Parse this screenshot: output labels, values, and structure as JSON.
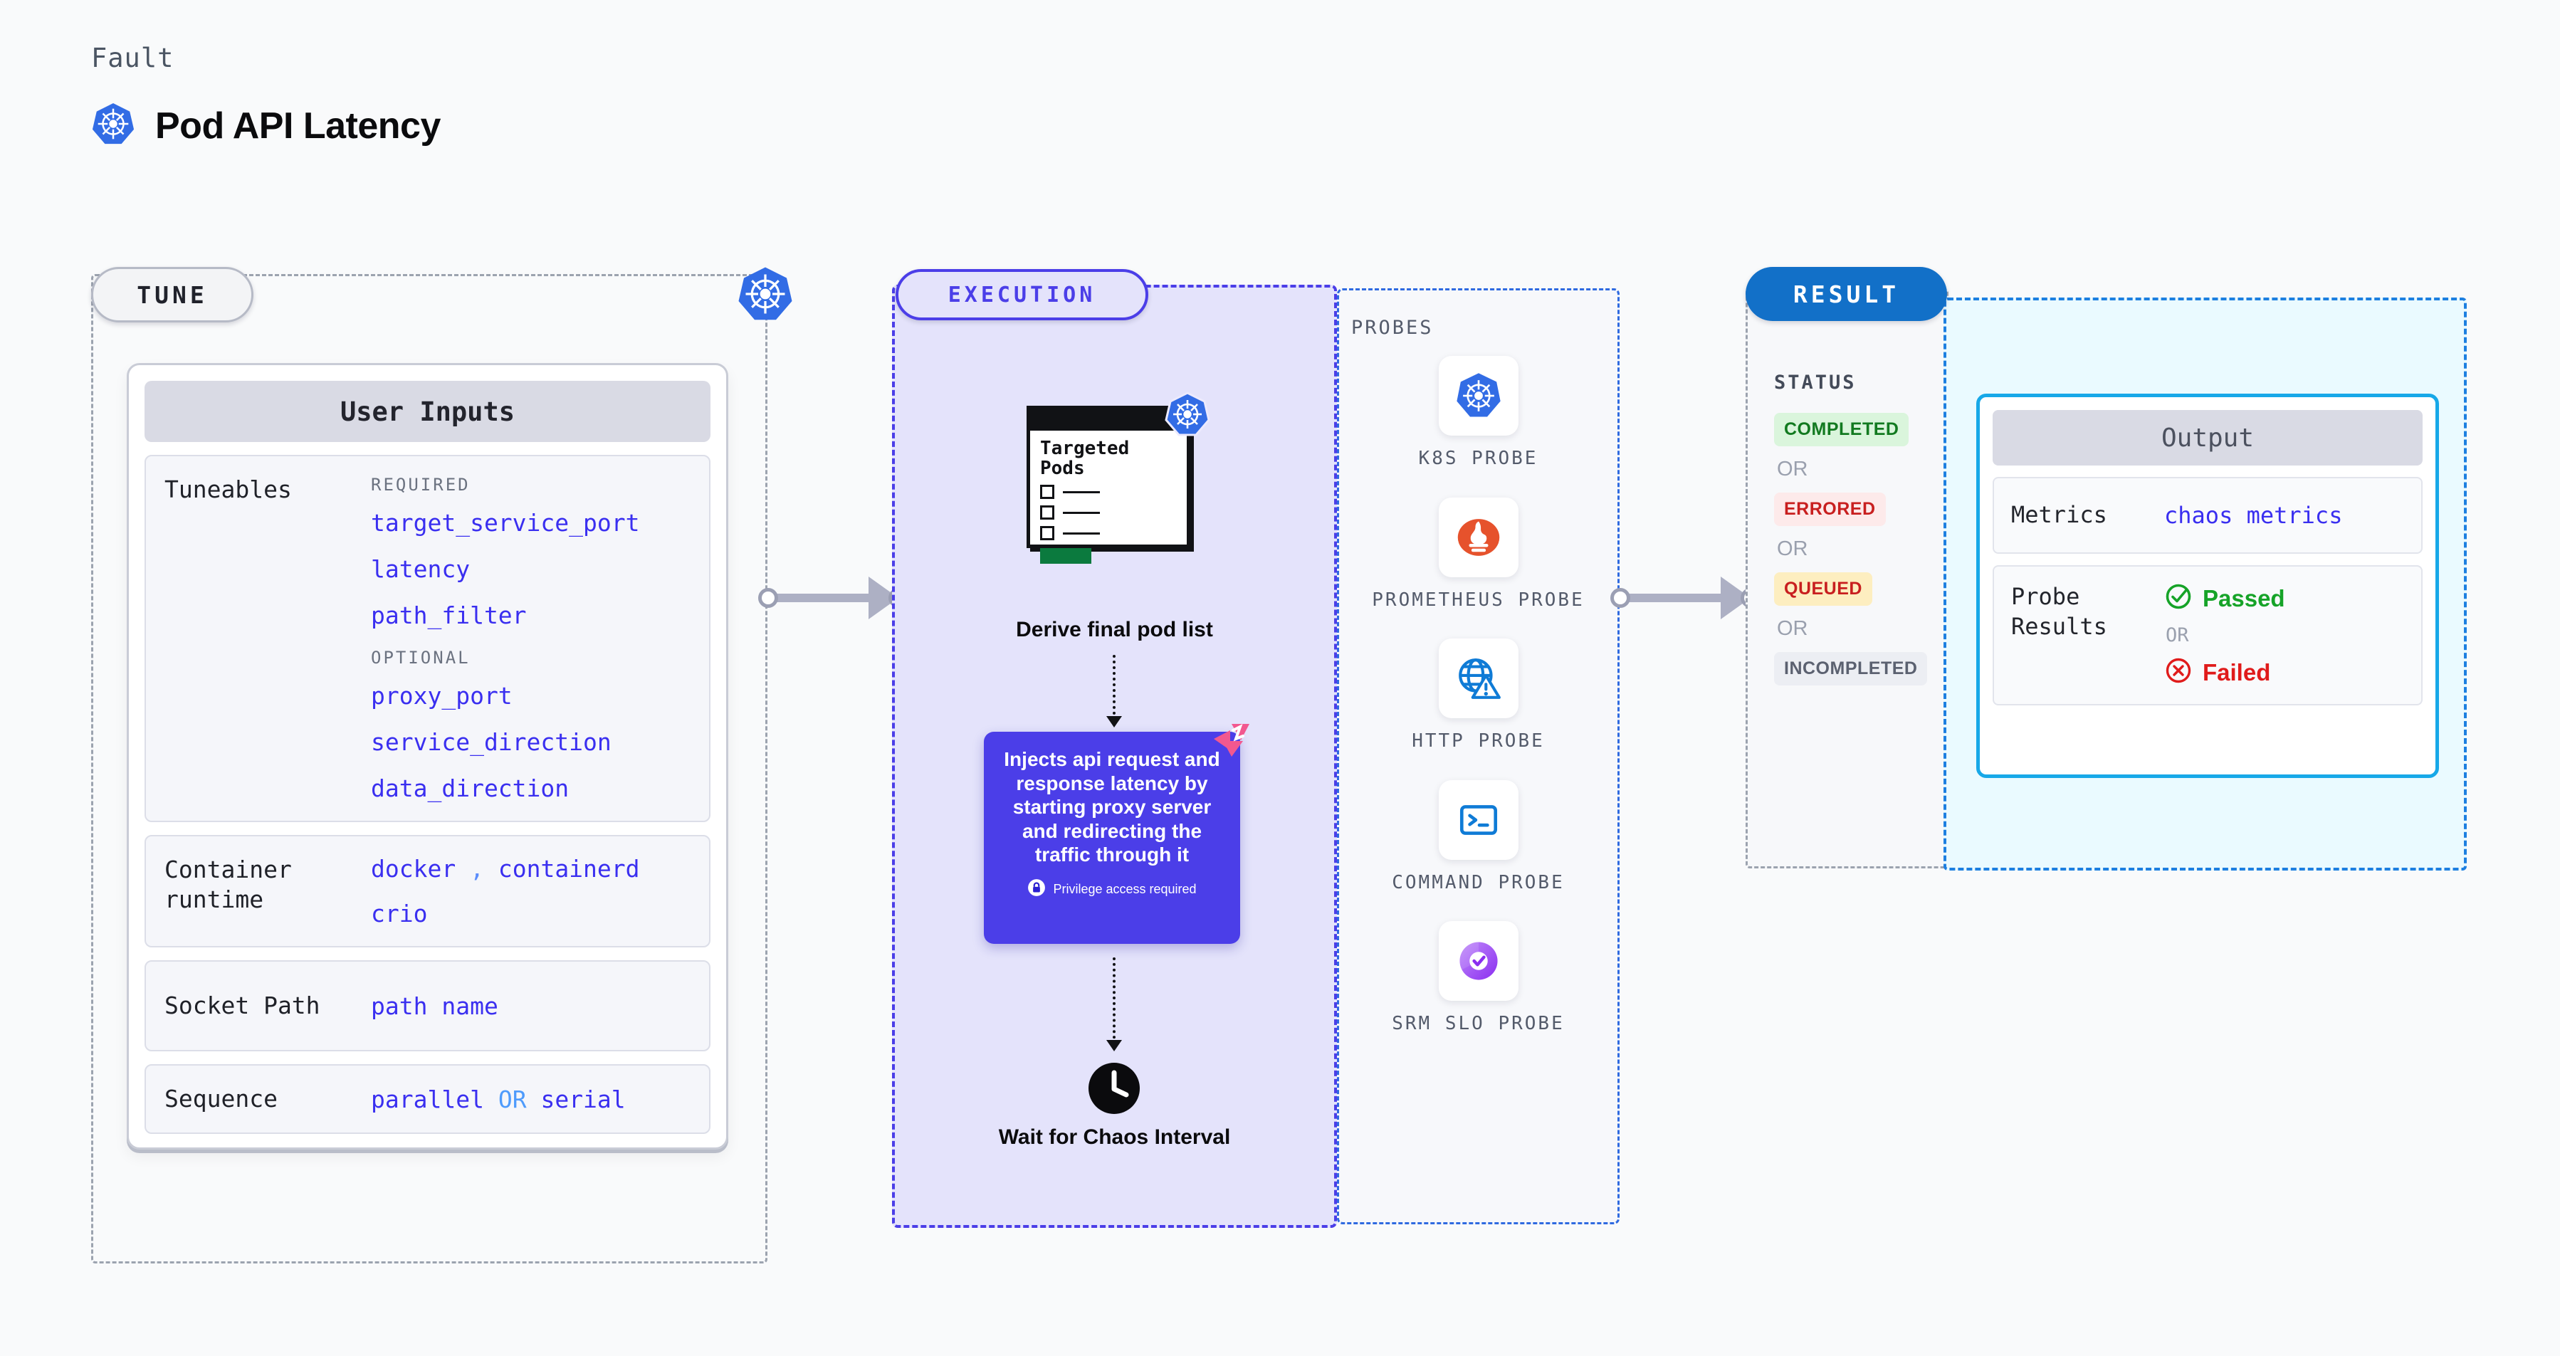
{
  "header": {
    "eyebrow": "Fault",
    "title": "Pod API Latency",
    "icon": "kubernetes-icon"
  },
  "tune": {
    "chip_label": "TUNE",
    "card_title": "User Inputs",
    "rows": [
      {
        "label": "Tuneables",
        "required_header": "REQUIRED",
        "required": [
          "target_service_port",
          "latency",
          "path_filter"
        ],
        "optional_header": "OPTIONAL",
        "optional": [
          "proxy_port",
          "service_direction",
          "data_direction"
        ]
      },
      {
        "label": "Container runtime",
        "values": [
          "docker",
          "containerd",
          "crio"
        ],
        "separator": ","
      },
      {
        "label": "Socket Path",
        "values": [
          "path name"
        ]
      },
      {
        "label": "Sequence",
        "values": [
          "parallel",
          "serial"
        ],
        "joiner": "OR"
      }
    ]
  },
  "execution": {
    "chip_label": "EXECUTION",
    "targeted_pods": {
      "title": "Targeted Pods",
      "icon": "kubernetes-icon",
      "checkbox_count": 3
    },
    "derive_label": "Derive final pod list",
    "inject_card": {
      "text": "Injects api request and response latency by starting proxy server and redirecting the traffic through it",
      "privilege_note": "Privilege access required",
      "privilege_icon": "lock-icon",
      "brand_icon": "litmus-chaos-icon",
      "color": "#4b3ee8"
    },
    "wait_label": "Wait for Chaos Interval",
    "wait_icon": "clock-icon"
  },
  "probes": {
    "title": "PROBES",
    "items": [
      {
        "name": "K8S PROBE",
        "icon": "kubernetes-icon"
      },
      {
        "name": "PROMETHEUS PROBE",
        "icon": "prometheus-icon"
      },
      {
        "name": "HTTP PROBE",
        "icon": "globe-warning-icon"
      },
      {
        "name": "COMMAND PROBE",
        "icon": "terminal-icon"
      },
      {
        "name": "SRM SLO PROBE",
        "icon": "srm-slo-icon"
      }
    ]
  },
  "result": {
    "chip_label": "RESULT",
    "status_title": "STATUS",
    "or_label": "OR",
    "statuses": [
      {
        "label": "COMPLETED",
        "color": "#127a20",
        "bg": "#daf5dc"
      },
      {
        "label": "ERRORED",
        "color": "#c81f1f",
        "bg": "#fdeaea"
      },
      {
        "label": "QUEUED",
        "color": "#c81f1f",
        "bg": "#fdeec0"
      },
      {
        "label": "INCOMPLETED",
        "color": "#5b6170",
        "bg": "#eceef3"
      }
    ],
    "output": {
      "title": "Output",
      "metrics_label": "Metrics",
      "metrics_value": "chaos metrics",
      "probe_results_label": "Probe Results",
      "passed_label": "Passed",
      "failed_label": "Failed",
      "or_label": "OR"
    }
  }
}
